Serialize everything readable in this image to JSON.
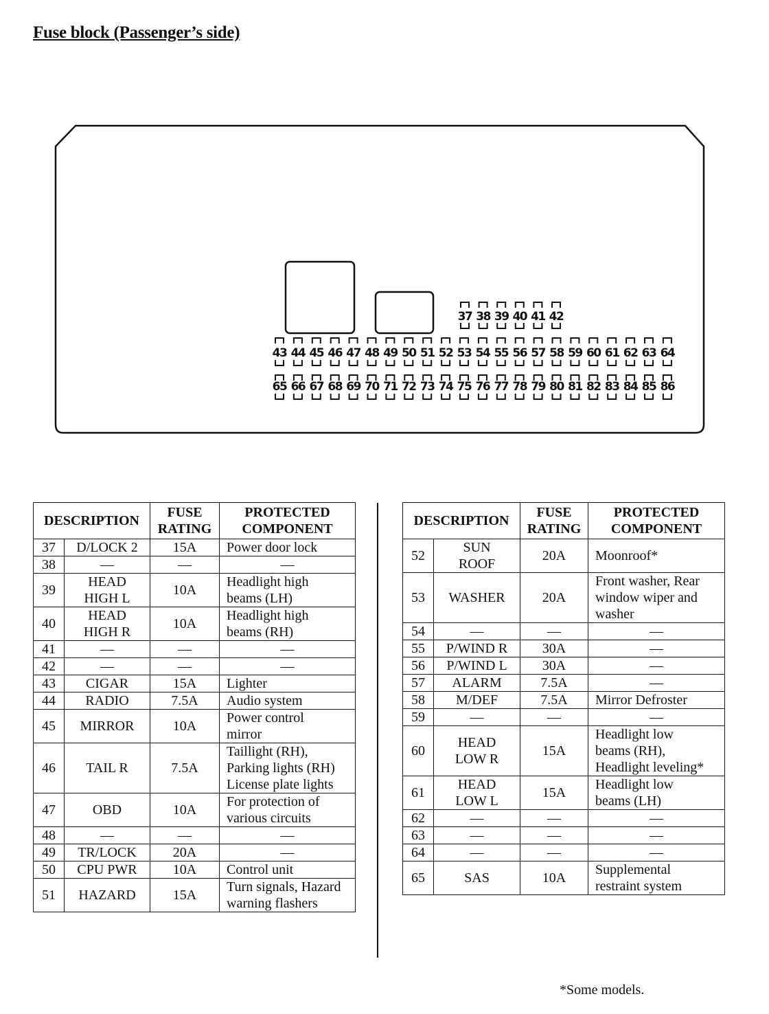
{
  "page": {
    "title": "Fuse block (Passenger’s side)",
    "footnote": "*Some models."
  },
  "diagram": {
    "row_top": [
      "37",
      "38",
      "39",
      "40",
      "41",
      "42"
    ],
    "row_middle": [
      "43",
      "44",
      "45",
      "46",
      "47",
      "48",
      "49",
      "50",
      "51",
      "52",
      "53",
      "54",
      "55",
      "56",
      "57",
      "58",
      "59",
      "60",
      "61",
      "62",
      "63",
      "64"
    ],
    "row_bottom": [
      "65",
      "66",
      "67",
      "68",
      "69",
      "70",
      "71",
      "72",
      "73",
      "74",
      "75",
      "76",
      "77",
      "78",
      "79",
      "80",
      "81",
      "82",
      "83",
      "84",
      "85",
      "86"
    ]
  },
  "table": {
    "headers": {
      "description": "DESCRIPTION",
      "fuse_rating": "FUSE\nRATING",
      "protected_component": "PROTECTED\nCOMPONENT"
    },
    "left_rows": [
      {
        "no": "37",
        "name": "D/LOCK 2",
        "rating": "15A",
        "component": "Power door lock"
      },
      {
        "no": "38",
        "name": "—",
        "rating": "—",
        "component": "—"
      },
      {
        "no": "39",
        "name": "HEAD\nHIGH L",
        "rating": "10A",
        "component": "Headlight high\nbeams (LH)"
      },
      {
        "no": "40",
        "name": "HEAD\nHIGH R",
        "rating": "10A",
        "component": "Headlight high\nbeams (RH)"
      },
      {
        "no": "41",
        "name": "—",
        "rating": "—",
        "component": "—"
      },
      {
        "no": "42",
        "name": "—",
        "rating": "—",
        "component": "—"
      },
      {
        "no": "43",
        "name": "CIGAR",
        "rating": "15A",
        "component": "Lighter"
      },
      {
        "no": "44",
        "name": "RADIO",
        "rating": "7.5A",
        "component": "Audio system"
      },
      {
        "no": "45",
        "name": "MIRROR",
        "rating": "10A",
        "component": "Power control\nmirror"
      },
      {
        "no": "46",
        "name": "TAIL R",
        "rating": "7.5A",
        "component": "Taillight (RH),\nParking lights (RH)\nLicense plate lights"
      },
      {
        "no": "47",
        "name": "OBD",
        "rating": "10A",
        "component": "For protection of\nvarious circuits"
      },
      {
        "no": "48",
        "name": "—",
        "rating": "—",
        "component": "—"
      },
      {
        "no": "49",
        "name": "TR/LOCK",
        "rating": "20A",
        "component": "—"
      },
      {
        "no": "50",
        "name": "CPU PWR",
        "rating": "10A",
        "component": "Control unit"
      },
      {
        "no": "51",
        "name": "HAZARD",
        "rating": "15A",
        "component": "Turn signals, Hazard\nwarning flashers"
      }
    ],
    "right_rows": [
      {
        "no": "52",
        "name": "SUN\nROOF",
        "rating": "20A",
        "component": "Moonroof*"
      },
      {
        "no": "53",
        "name": "WASHER",
        "rating": "20A",
        "component": "Front washer, Rear\nwindow wiper and\nwasher"
      },
      {
        "no": "54",
        "name": "—",
        "rating": "—",
        "component": "—"
      },
      {
        "no": "55",
        "name": "P/WIND R",
        "rating": "30A",
        "component": "—"
      },
      {
        "no": "56",
        "name": "P/WIND L",
        "rating": "30A",
        "component": "—"
      },
      {
        "no": "57",
        "name": "ALARM",
        "rating": "7.5A",
        "component": "—"
      },
      {
        "no": "58",
        "name": "M/DEF",
        "rating": "7.5A",
        "component": "Mirror Defroster"
      },
      {
        "no": "59",
        "name": "—",
        "rating": "—",
        "component": "—"
      },
      {
        "no": "60",
        "name": "HEAD\nLOW R",
        "rating": "15A",
        "component": "Headlight low\nbeams (RH),\nHeadlight leveling*"
      },
      {
        "no": "61",
        "name": "HEAD\nLOW L",
        "rating": "15A",
        "component": "Headlight low\nbeams (LH)"
      },
      {
        "no": "62",
        "name": "—",
        "rating": "—",
        "component": "—"
      },
      {
        "no": "63",
        "name": "—",
        "rating": "—",
        "component": "—"
      },
      {
        "no": "64",
        "name": "—",
        "rating": "—",
        "component": "—"
      },
      {
        "no": "65",
        "name": "SAS",
        "rating": "10A",
        "component": "Supplemental\nrestraint system"
      }
    ]
  }
}
